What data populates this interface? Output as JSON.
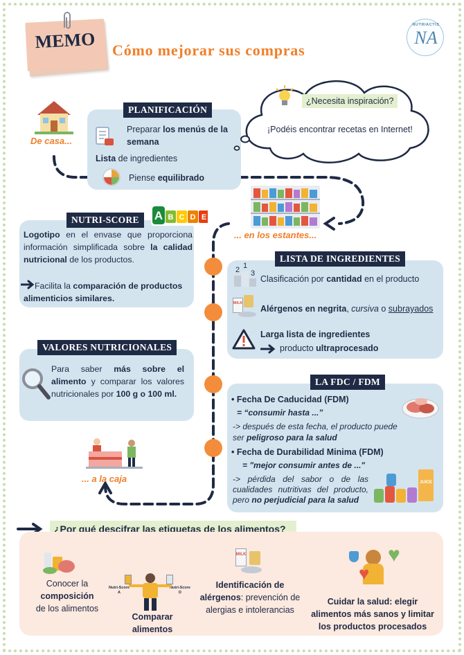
{
  "memo_label": "MEMO",
  "page_title": "Cómo mejorar sus compras",
  "logo": {
    "text": "NUTRIACTIS"
  },
  "steps": {
    "home": "De casa...",
    "shelves": "... en los estantes...",
    "checkout": "... a la caja"
  },
  "planificacion": {
    "title": "PLANIFICACIÓN",
    "item1_a": "Preparar ",
    "item1_b": "los menús de la semana",
    "item2_a": "Lista ",
    "item2_b": "de ingredientes",
    "item3_a": "Piense ",
    "item3_b": "equilibrado"
  },
  "cloud": {
    "question": "¿Necesita inspiración?",
    "answer": "¡Podéis encontrar recetas en Internet!"
  },
  "nutriscore": {
    "title": "NUTRI-SCORE",
    "letters": [
      "A",
      "B",
      "C",
      "D",
      "E"
    ],
    "letter_colors": [
      "#1b8a3b",
      "#85bb2f",
      "#fecb02",
      "#ee8100",
      "#e63e11"
    ],
    "p1_a": "Logotipo",
    "p1_b": " en el envase que proporciona información simplificada sobre ",
    "p1_c": "la calidad nutricional",
    "p1_d": " de los productos.",
    "p2_a": "Facilita la ",
    "p2_b": "comparación de productos alimenticios similares."
  },
  "valores": {
    "title": "VALORES NUTRICIONALES",
    "t1": "Para saber ",
    "t2": "más sobre el alimento",
    "t3": " y comparar los valores nutricionales por ",
    "t4": "100 g o 100 ml."
  },
  "ingredientes": {
    "title": "LISTA DE INGREDIENTES",
    "i1_a": "Clasificación por ",
    "i1_b": "cantidad",
    "i1_c": " en el producto",
    "rank_numbers": [
      "1",
      "2",
      "3"
    ],
    "milk_label": "MILK",
    "i2_a": "Alérgenos en negrita",
    "i2_b": ", ",
    "i2_c": "cursiva",
    "i2_d": " o ",
    "i2_e": "subrayados",
    "i3_a": "Larga lista de ingredientes",
    "i3_b": "producto ",
    "i3_c": "ultraprocesado"
  },
  "fdc": {
    "title": "LA FDC / FDM",
    "b1": "Fecha De Caducidad (FDM)",
    "b1_q": "= “consumir hasta ...”",
    "b1_n1": "-> después de esta fecha, el producto puede ser ",
    "b1_n2": "peligroso para la salud",
    "b2": "Fecha de Durabilidad Minima (FDM)",
    "b2_q": "= \"mejor consumir antes de ...\"",
    "b2_n1": "-> pérdida del sabor o de las cualidades nutritivas del producto, pero ",
    "b2_n2": "no perjudicial para la salud",
    "juice_label": "JUICE"
  },
  "bottom": {
    "question": "¿Por qué descifrar las etiquetas de los alimentos?",
    "c1_a": "Conocer la ",
    "c1_b": "composición",
    "c1_c": " de los alimentos",
    "c2_a": "Comparar",
    "c2_b": "alimentos",
    "c2_l1": "Nutri-Score",
    "c2_l2": "A",
    "c2_r1": "Nutri-Score",
    "c2_r2": "D",
    "c3_a": "Identificación de alérgenos",
    "c3_b": ": prevención de alergias e intolerancias",
    "c3_milk": "MILK",
    "c4_a": "Cuidar la salud",
    "c4_b": ": elegir alimentos más sanos y limitar los productos procesados"
  },
  "colors": {
    "navy": "#1f2a44",
    "orange": "#f07f2a",
    "box_blue": "#d4e4ef",
    "bottom_box": "#fce9df",
    "question_band": "#e4efcf",
    "frame_green": "#c9dcb0",
    "memo_pink": "#f3c9b5"
  }
}
